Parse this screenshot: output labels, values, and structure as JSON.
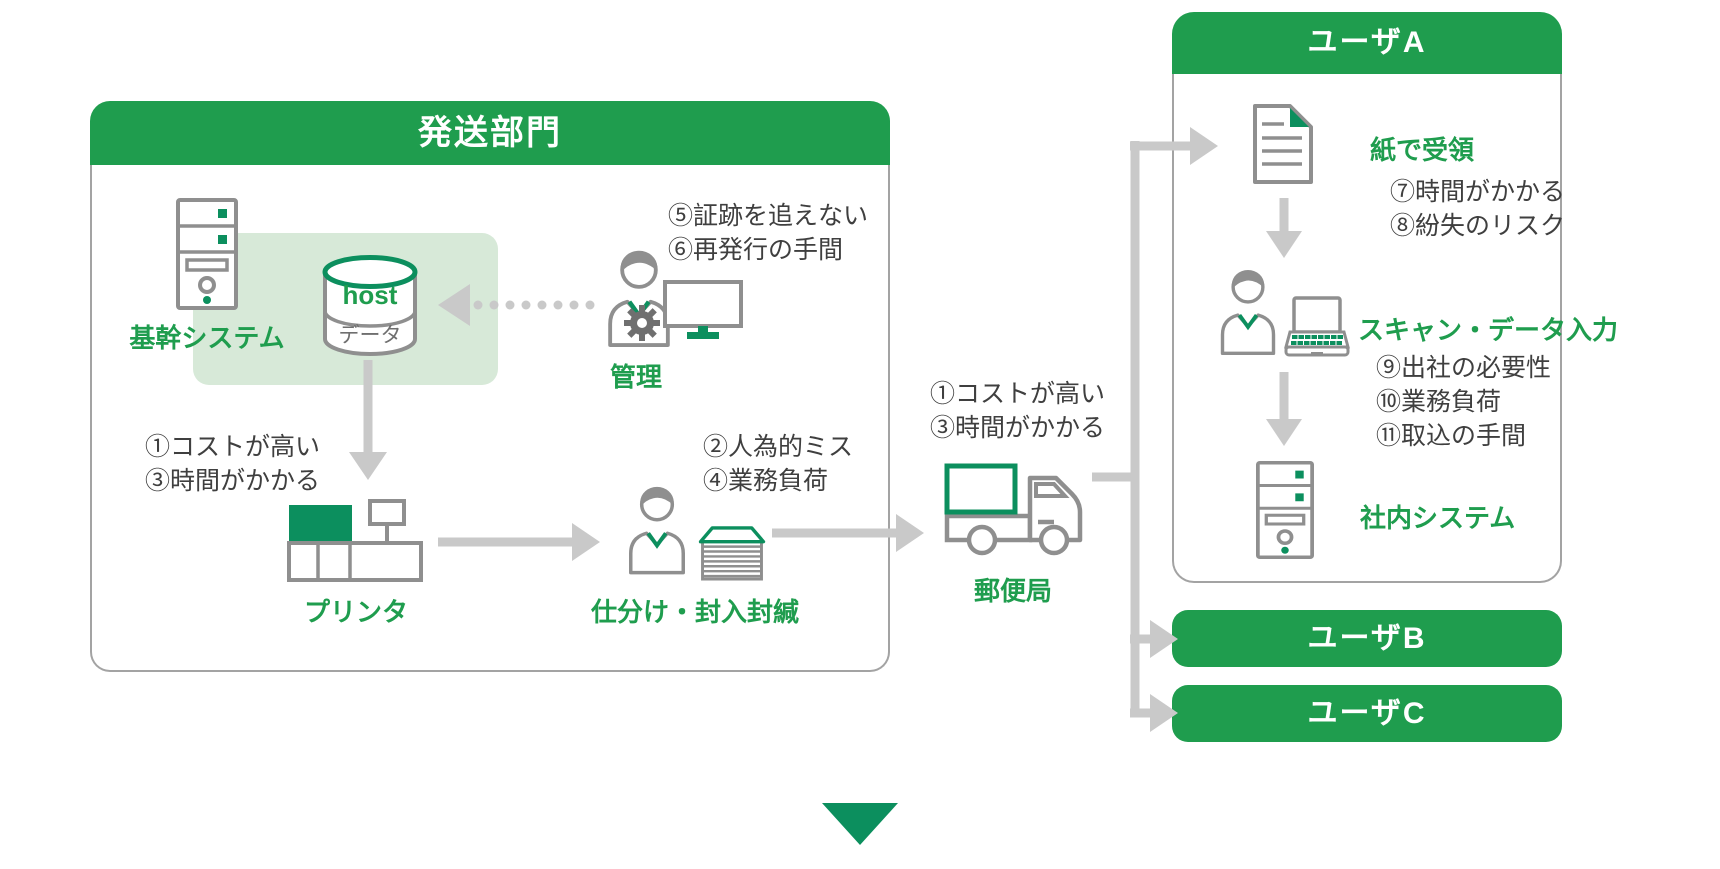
{
  "colors": {
    "green": "#1f9d4e",
    "teal": "#0c8f5e",
    "panel_green": "#d7e9d8",
    "icon_gray": "#8f8f8f",
    "icon_dark_gray": "#6f6f6f",
    "arrow_gray": "#c9c9c9",
    "text_dark": "#3f3f3f",
    "border_gray": "#a3a3a3"
  },
  "shipping": {
    "title": "発送部門",
    "core_system": {
      "label": "基幹システム"
    },
    "host_db": {
      "name": "host",
      "caption": "データ"
    },
    "admin": {
      "label": "管理",
      "issues": [
        "⑤証跡を追えない",
        "⑥再発行の手間"
      ]
    },
    "printer": {
      "label": "プリンタ",
      "issues": [
        "①コストが高い",
        "③時間がかかる"
      ]
    },
    "sorting": {
      "label": "仕分け・封入封緘",
      "issues": [
        "②人為的ミス",
        "④業務負荷"
      ]
    }
  },
  "post_office": {
    "label": "郵便局",
    "issues": [
      "①コストが高い",
      "③時間がかかる"
    ]
  },
  "user_a": {
    "title": "ユーザA",
    "paper_receive": {
      "label": "紙で受領",
      "issues": [
        "⑦時間がかかる",
        "⑧紛失のリスク"
      ]
    },
    "scan_entry": {
      "label": "スキャン・データ入力",
      "issues": [
        "⑨出社の必要性",
        "⑩業務負荷",
        "⑪取込の手間"
      ]
    },
    "internal_system": {
      "label": "社内システム"
    }
  },
  "user_b": {
    "title": "ユーザB"
  },
  "user_c": {
    "title": "ユーザC"
  }
}
